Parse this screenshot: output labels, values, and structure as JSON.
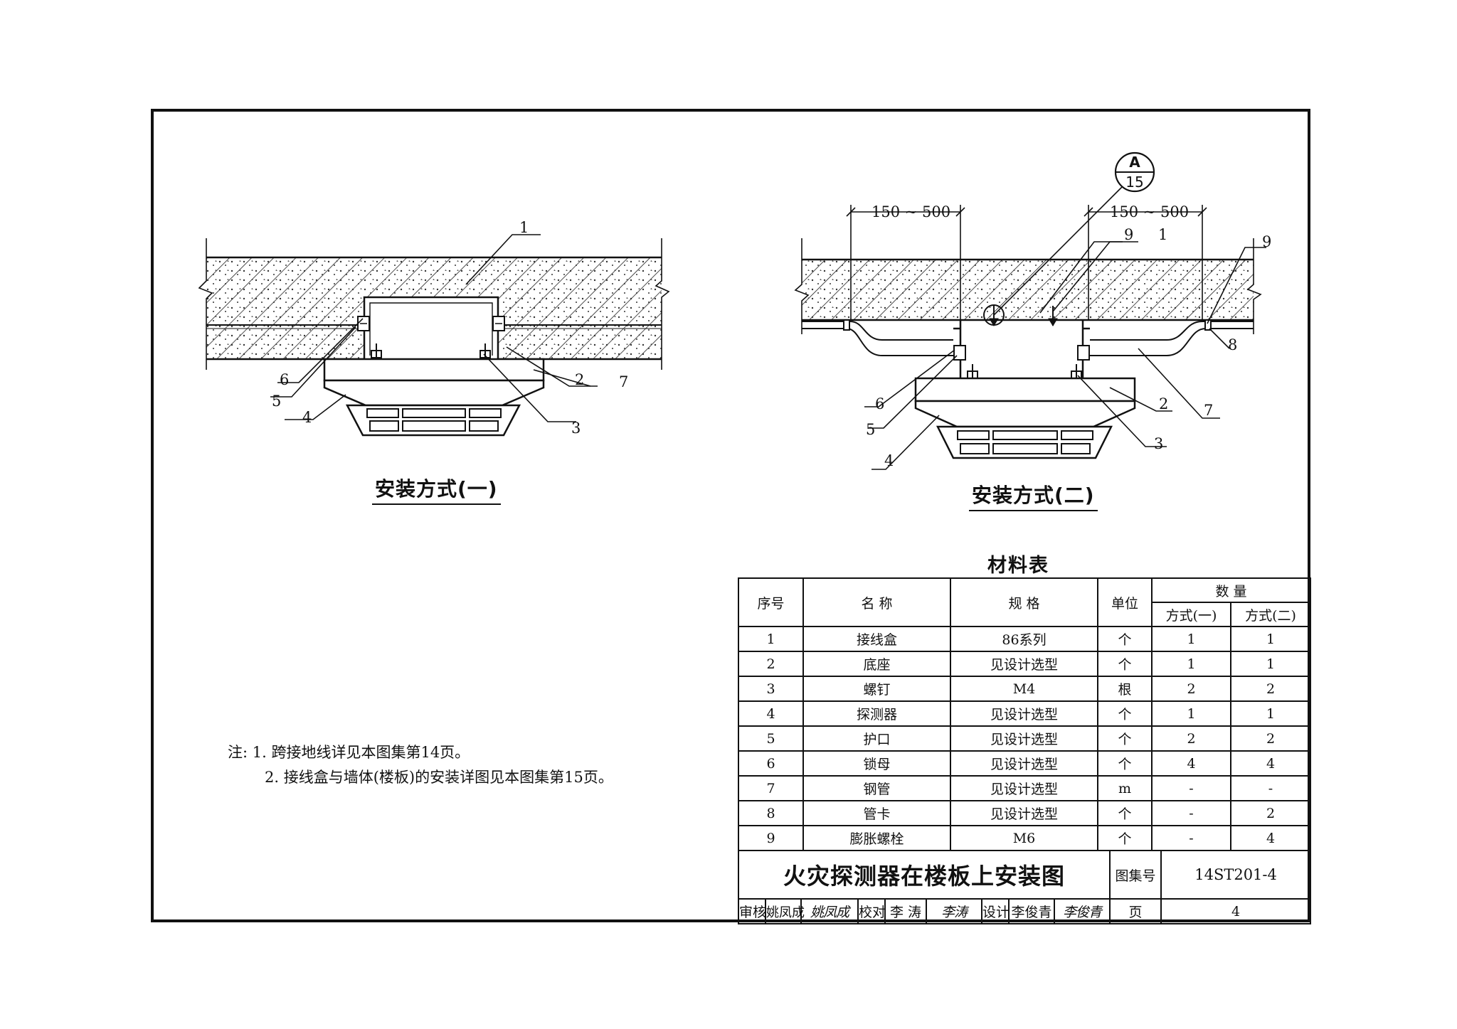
{
  "drawing": {
    "caption_1": "安装方式(一)",
    "caption_2": "安装方式(二)",
    "leaders_1": [
      "1",
      "2",
      "3",
      "4",
      "5",
      "6",
      "7"
    ],
    "leaders_2": [
      "1",
      "2",
      "3",
      "4",
      "5",
      "6",
      "7",
      "8",
      "9",
      "9"
    ],
    "dimension_left": "150 ~ 500",
    "dimension_right": "150 ~ 500",
    "detail_ref_top": "A",
    "detail_ref_bottom": "15"
  },
  "notes": {
    "line1": "注: 1. 跨接地线详见本图集第14页。",
    "line2": "2. 接线盒与墙体(楼板)的安装详图见本图集第15页。"
  },
  "materials": {
    "title": "材料表",
    "headers": {
      "no": "序号",
      "name": "名 称",
      "spec": "规 格",
      "unit": "单位",
      "qty": "数 量",
      "method1": "方式(一)",
      "method2": "方式(二)"
    },
    "rows": [
      {
        "no": "1",
        "name": "接线盒",
        "spec": "86系列",
        "unit": "个",
        "q1": "1",
        "q2": "1"
      },
      {
        "no": "2",
        "name": "底座",
        "spec": "见设计选型",
        "unit": "个",
        "q1": "1",
        "q2": "1"
      },
      {
        "no": "3",
        "name": "螺钉",
        "spec": "M4",
        "unit": "根",
        "q1": "2",
        "q2": "2"
      },
      {
        "no": "4",
        "name": "探测器",
        "spec": "见设计选型",
        "unit": "个",
        "q1": "1",
        "q2": "1"
      },
      {
        "no": "5",
        "name": "护口",
        "spec": "见设计选型",
        "unit": "个",
        "q1": "2",
        "q2": "2"
      },
      {
        "no": "6",
        "name": "锁母",
        "spec": "见设计选型",
        "unit": "个",
        "q1": "4",
        "q2": "4"
      },
      {
        "no": "7",
        "name": "钢管",
        "spec": "见设计选型",
        "unit": "m",
        "q1": "-",
        "q2": "-"
      },
      {
        "no": "8",
        "name": "管卡",
        "spec": "见设计选型",
        "unit": "个",
        "q1": "-",
        "q2": "2"
      },
      {
        "no": "9",
        "name": "膨胀螺栓",
        "spec": "M6",
        "unit": "个",
        "q1": "-",
        "q2": "4"
      }
    ]
  },
  "title_block": {
    "title": "火灾探测器在楼板上安装图",
    "atlas_label": "图集号",
    "atlas_no": "14ST201-4",
    "review_label": "审核",
    "reviewer": "姚凤成",
    "reviewer_sig": "姚凤成",
    "check_label": "校对",
    "checker": "李 涛",
    "checker_sig": "李涛",
    "design_label": "设计",
    "designer": "李俊青",
    "designer_sig": "李俊青",
    "page_label": "页",
    "page_no": "4"
  }
}
